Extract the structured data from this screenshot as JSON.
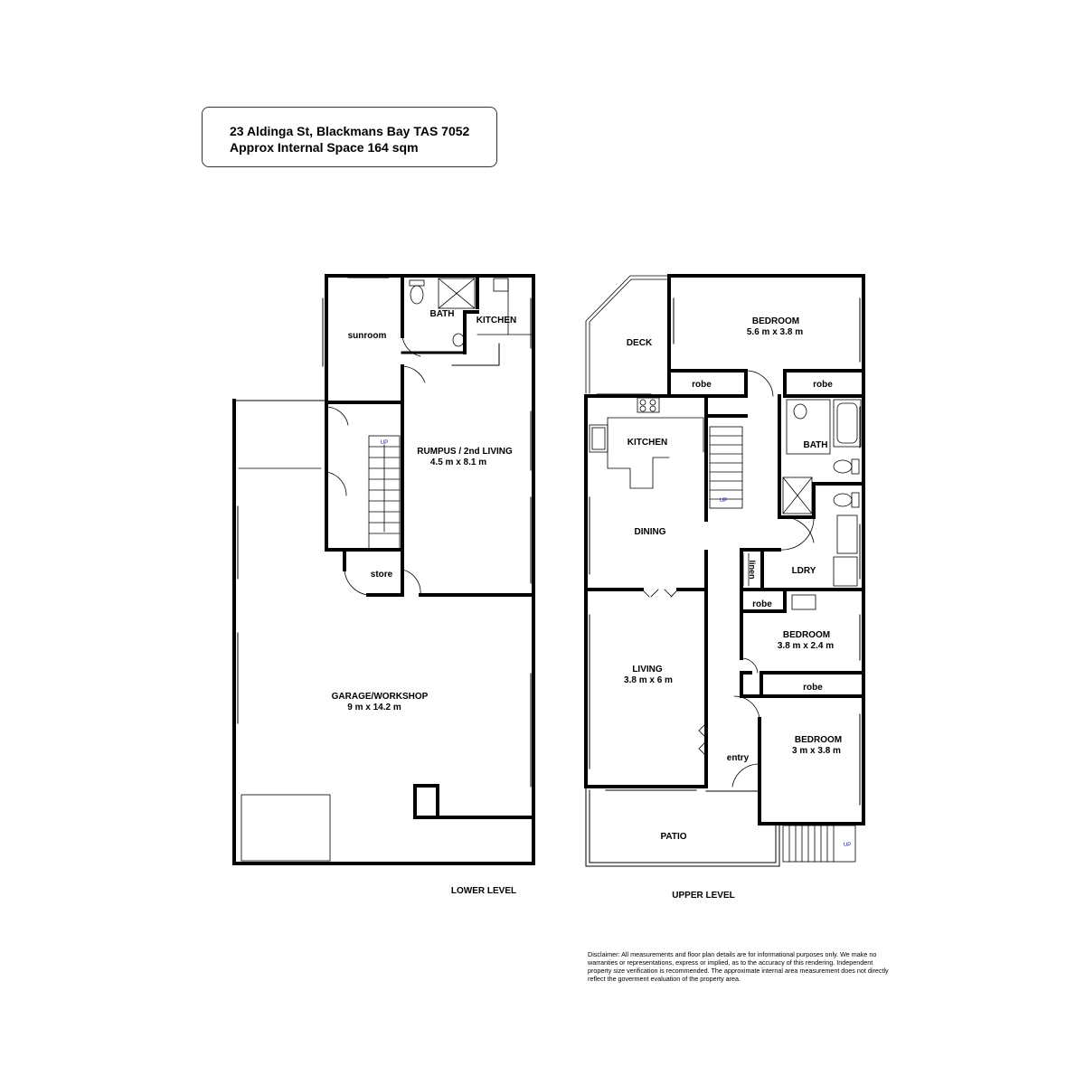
{
  "header": {
    "address": "23 Aldinga St, Blackmans Bay TAS 7052",
    "area": "Approx Internal Space 164 sqm"
  },
  "levels": {
    "lower": "LOWER LEVEL",
    "upper": "UPPER LEVEL"
  },
  "lower_rooms": {
    "sunroom": "sunroom",
    "bath": "BATH",
    "kitchen": "KITCHEN",
    "rumpus_name": "RUMPUS / 2nd LIVING",
    "rumpus_size": "4.5 m x 8.1 m",
    "store": "store",
    "garage_name": "GARAGE/WORKSHOP",
    "garage_size": "9 m x 14.2 m",
    "stairs_up": "UP"
  },
  "upper_rooms": {
    "deck": "DECK",
    "bedroom1_name": "BEDROOM",
    "bedroom1_size": "5.6 m x 3.8 m",
    "robe1": "robe",
    "robe2": "robe",
    "kitchen": "KITCHEN",
    "bath": "BATH",
    "dining": "DINING",
    "stairs_up": "UP",
    "linen": "linen",
    "laundry": "LDRY",
    "robe3": "robe",
    "bedroom2_name": "BEDROOM",
    "bedroom2_size": "3.8 m x 2.4 m",
    "living_name": "LIVING",
    "living_size": "3.8 m x 6 m",
    "robe4": "robe",
    "bedroom3_name": "BEDROOM",
    "bedroom3_size": "3 m x 3.8 m",
    "entry": "entry",
    "patio": "PATIO",
    "outside_stairs_up": "UP"
  },
  "disclaimer": "Disclaimer: All measurements and floor plan details are for informational purposes only. We make no warranties or representations, express or implied, as to the accuracy of this rendering. Independent property size verification is recommended. The approximate internal area measurement does not directly reflect the goverment evaluation of the property area."
}
